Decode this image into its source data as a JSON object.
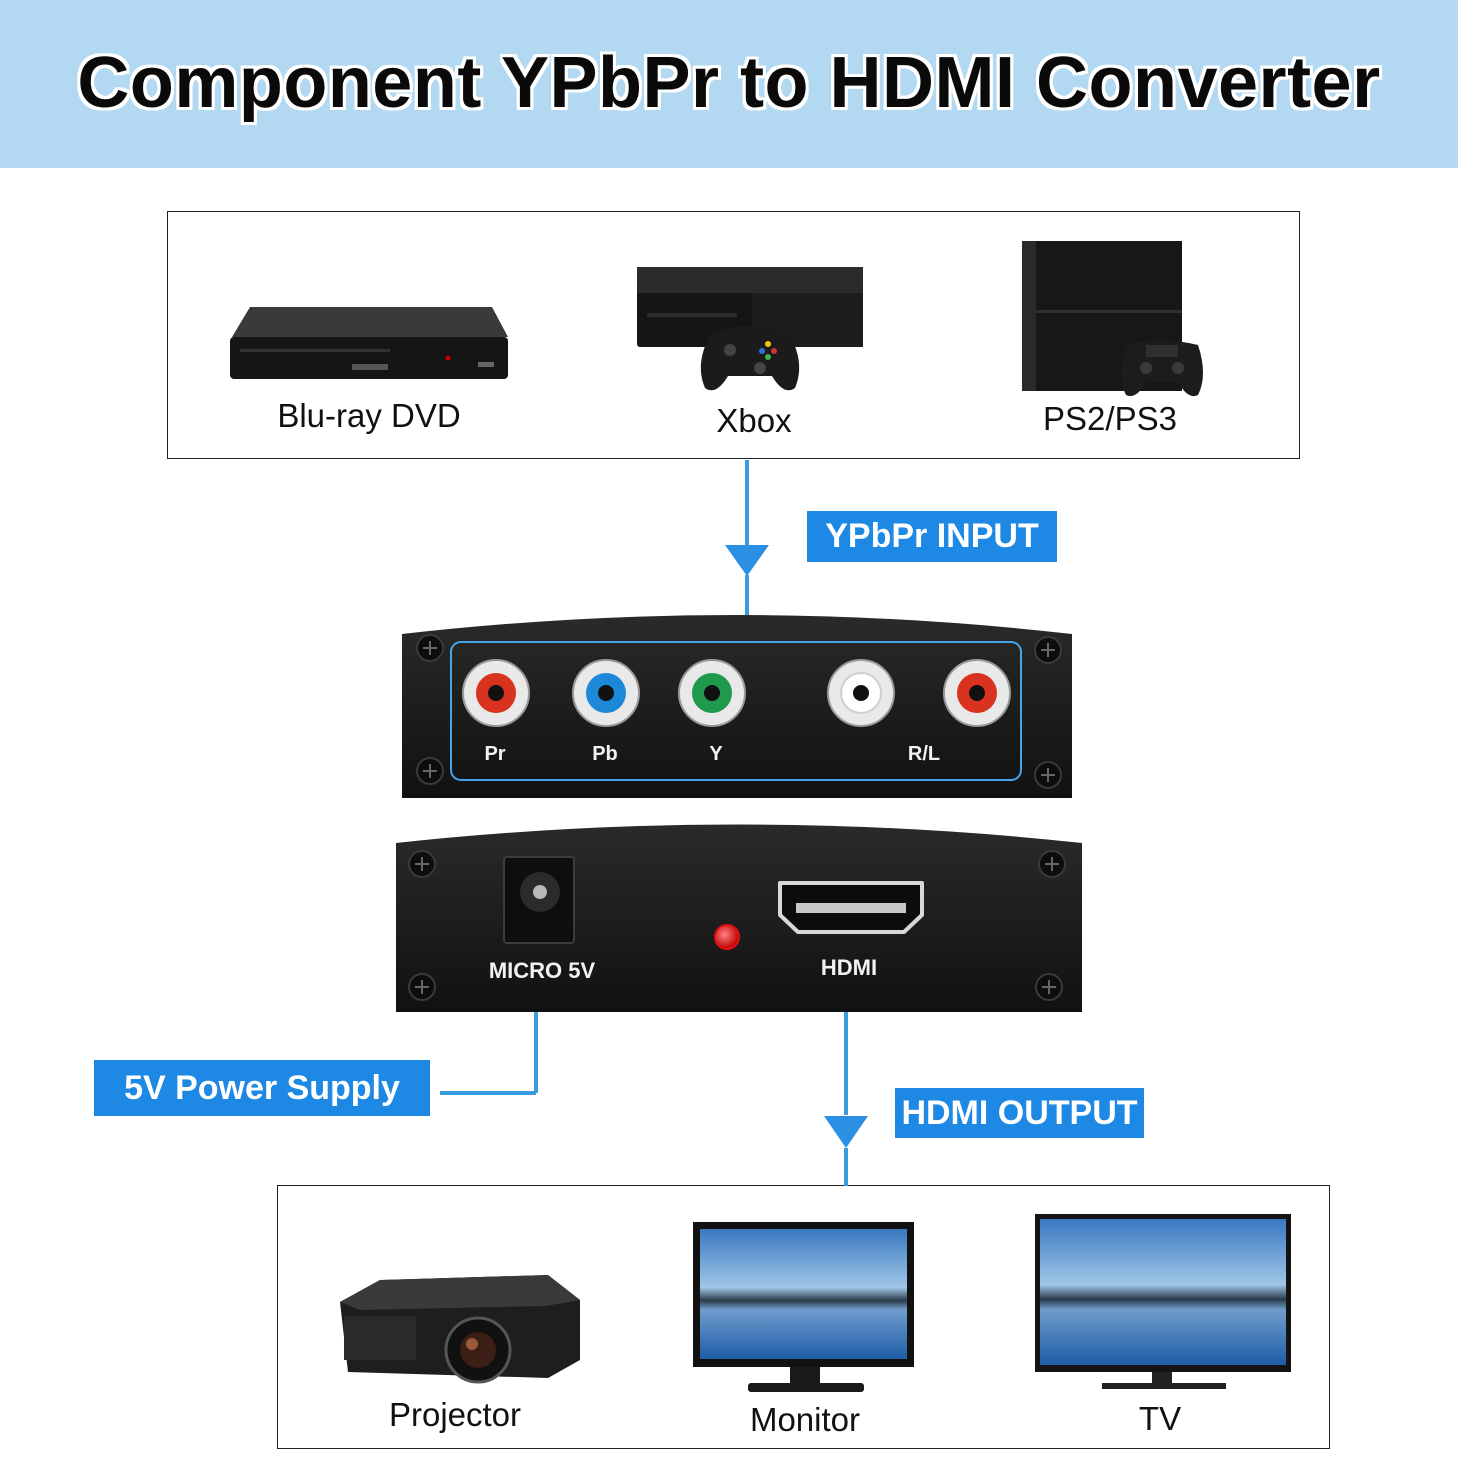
{
  "title": "Component YPbPr to HDMI Converter",
  "sources": [
    {
      "label": "Blu-ray DVD",
      "icon": "bluray-player-icon"
    },
    {
      "label": "Xbox",
      "icon": "xbox-console-icon"
    },
    {
      "label": "PS2/PS3",
      "icon": "playstation-console-icon"
    }
  ],
  "callouts": {
    "input": "YPbPr INPUT",
    "power": "5V Power Supply",
    "output": "HDMI OUTPUT"
  },
  "input_panel": {
    "ports": [
      {
        "label": "Pr",
        "color": "#d9321f"
      },
      {
        "label": "Pb",
        "color": "#1e88d8"
      },
      {
        "label": "Y",
        "color": "#1f9a4c"
      },
      {
        "label": "",
        "color": "#ffffff"
      },
      {
        "label": "",
        "color": "#d9321f"
      }
    ],
    "audio_label": "R/L"
  },
  "output_panel": {
    "power_label": "MICRO 5V",
    "hdmi_label": "HDMI",
    "led_color": "#e01010"
  },
  "displays": [
    {
      "label": "Projector",
      "icon": "projector-icon"
    },
    {
      "label": "Monitor",
      "icon": "monitor-icon"
    },
    {
      "label": "TV",
      "icon": "tv-icon"
    }
  ],
  "colors": {
    "banner": "#b3d9f2",
    "accent": "#1e88e5",
    "connector_line": "#3a9be0",
    "device_body": "#1a1a1a"
  }
}
